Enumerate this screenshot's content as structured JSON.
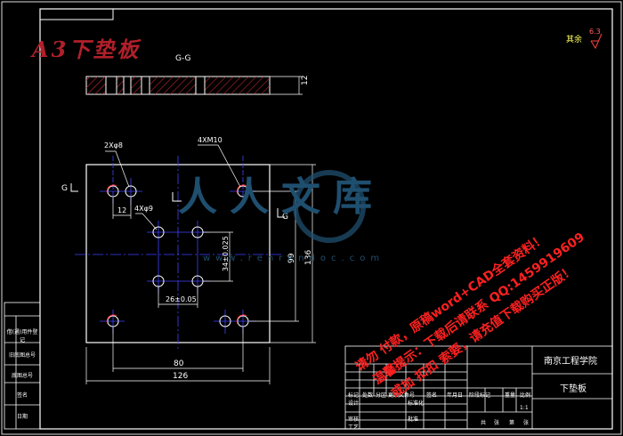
{
  "drawing": {
    "sheet_label": "A3下垫板",
    "section_label": "G-G",
    "surface_note": "其余",
    "surface_value": "6.3",
    "thickness": "12",
    "section_marks": [
      "G",
      "G"
    ],
    "dims": {
      "hole_2x8": "2Xφ8",
      "hole_4xm10": "4XM10",
      "hole_4x9": "4Xφ9",
      "d12": "12",
      "d34": "34±0.025",
      "d26": "26±0.05",
      "d80": "80",
      "d126": "126",
      "d99": "99",
      "d136": "136"
    }
  },
  "title_block": {
    "school": "南京工程学院",
    "part_name": "下垫板",
    "scale": "1:1",
    "cells": [
      "标记",
      "处数",
      "分区",
      "更改文件号",
      "签名",
      "年月日",
      "设计",
      "标准化",
      "审核",
      "工艺",
      "批准",
      "阶段标记",
      "重量",
      "比例",
      "共",
      "张",
      "第",
      "张"
    ]
  },
  "side_table": [
    "借(通)用件登记",
    "旧底图总号",
    "底图总号",
    "签名",
    "日期"
  ],
  "watermark": {
    "logo_text": "人人文库",
    "url": "www.renrendoc.com",
    "lines": [
      "请勿 付款，原稿word+CAD全套资料！",
      "温馨提示：下载后请联系 QQ:1459919609",
      "或加 扣扣 索要，请充值下载购买正版！"
    ]
  }
}
